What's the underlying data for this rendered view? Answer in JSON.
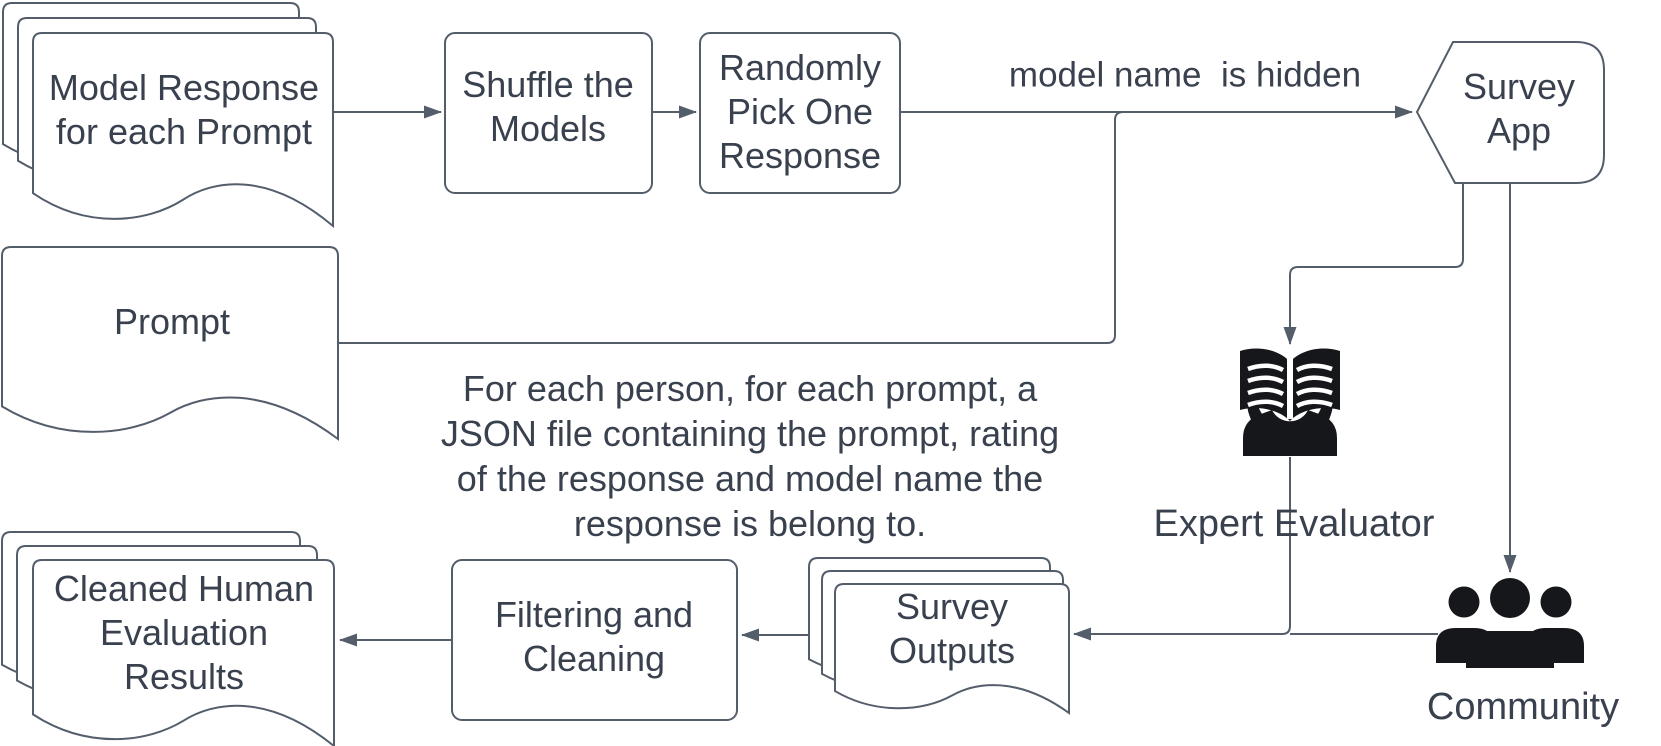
{
  "nodes": {
    "model_response": {
      "label": "Model Response\nfor each Prompt",
      "shape": "document-stack"
    },
    "shuffle": {
      "label": "Shuffle the\nModels",
      "shape": "rounded-rectangle"
    },
    "random_pick": {
      "label": "Randomly\nPick One\nResponse",
      "shape": "rounded-rectangle"
    },
    "survey_app": {
      "label": "Survey\nApp",
      "shape": "display"
    },
    "prompt": {
      "label": "Prompt",
      "shape": "document"
    },
    "expert_evaluator": {
      "label": "Expert Evaluator",
      "icon": "open-book-reader-icon"
    },
    "community": {
      "label": "Community",
      "icon": "people-group-icon"
    },
    "survey_outputs": {
      "label": "Survey\nOutputs",
      "shape": "document-stack"
    },
    "filtering": {
      "label": "Filtering and\nCleaning",
      "shape": "rounded-rectangle"
    },
    "cleaned_results": {
      "label": "Cleaned Human\nEvaluation\nResults",
      "shape": "document-stack"
    }
  },
  "edge_labels": {
    "model_name_hidden": "model name  is hidden"
  },
  "annotation": "For each person, for each prompt, a\nJSON file containing the prompt, rating\nof the response and model name the\nresponse is belong to.",
  "edges": [
    {
      "from": "model_response",
      "to": "shuffle"
    },
    {
      "from": "shuffle",
      "to": "random_pick"
    },
    {
      "from": "random_pick",
      "to": "survey_app",
      "label": "model name  is hidden"
    },
    {
      "from": "prompt",
      "to": "survey_app"
    },
    {
      "from": "survey_app",
      "to": "expert_evaluator"
    },
    {
      "from": "survey_app",
      "to": "community"
    },
    {
      "from": "expert_evaluator",
      "to": "survey_outputs"
    },
    {
      "from": "community",
      "to": "survey_outputs"
    },
    {
      "from": "survey_outputs",
      "to": "filtering"
    },
    {
      "from": "filtering",
      "to": "cleaned_results"
    }
  ],
  "colors": {
    "stroke": "#545e6b",
    "text": "#3a414e",
    "icon": "#15171b",
    "background": "#ffffff"
  }
}
